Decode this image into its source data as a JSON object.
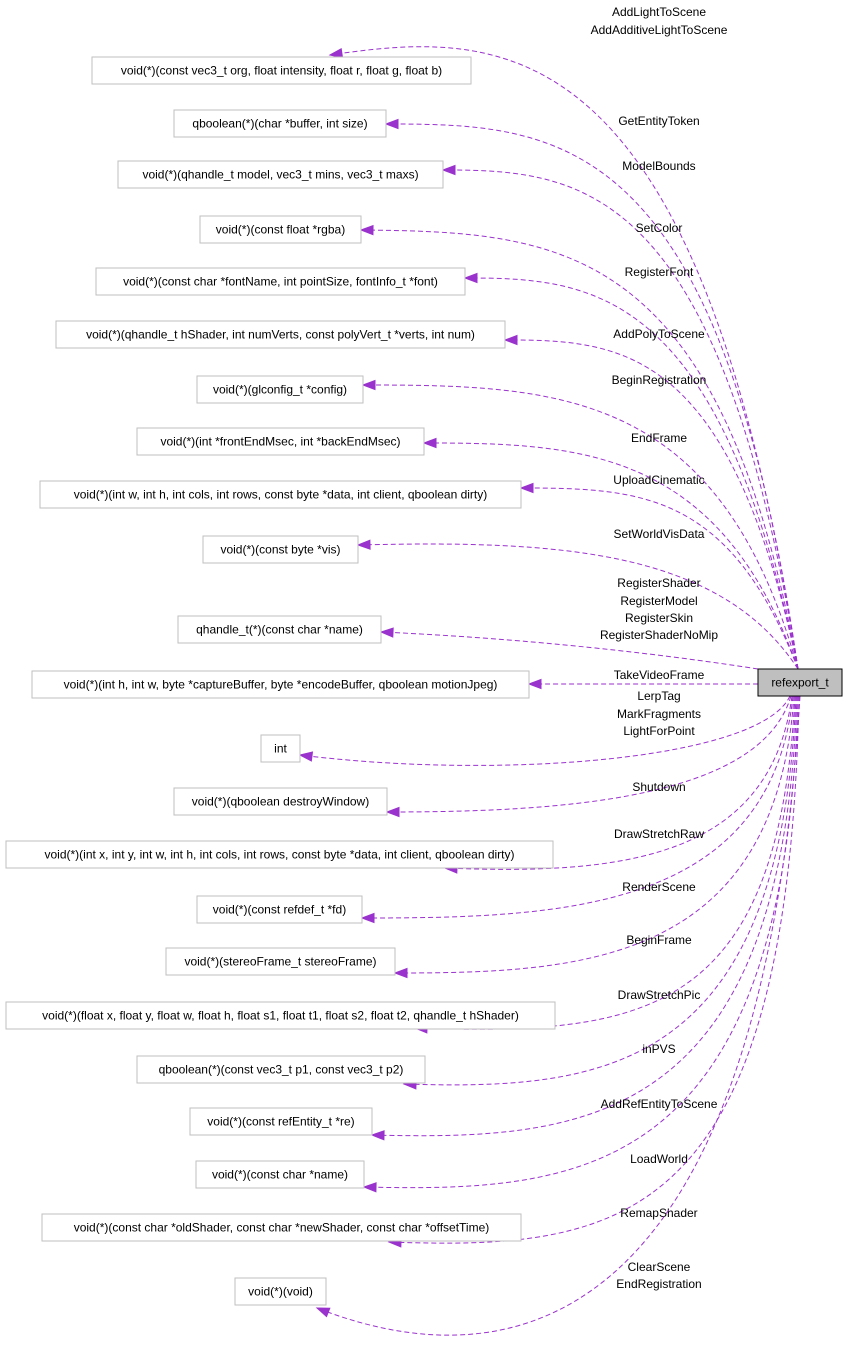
{
  "central": {
    "name": "refexport_t"
  },
  "colors": {
    "edge": "#9a32cd",
    "node_border": "#bfbfbf",
    "central_fill": "#bfbfbf"
  },
  "nodes": [
    {
      "type": "void(*)(const vec3_t org, float intensity, float r, float g, float b)",
      "fields": [
        "AddLightToScene",
        "AddAdditiveLightToScene"
      ]
    },
    {
      "type": "qboolean(*)(char *buffer, int size)",
      "fields": [
        "GetEntityToken"
      ]
    },
    {
      "type": "void(*)(qhandle_t model, vec3_t mins, vec3_t maxs)",
      "fields": [
        "ModelBounds"
      ]
    },
    {
      "type": "void(*)(const float *rgba)",
      "fields": [
        "SetColor"
      ]
    },
    {
      "type": "void(*)(const char *fontName, int pointSize, fontInfo_t *font)",
      "fields": [
        "RegisterFont"
      ]
    },
    {
      "type": "void(*)(qhandle_t hShader, int numVerts, const polyVert_t *verts, int num)",
      "fields": [
        "AddPolyToScene"
      ]
    },
    {
      "type": "void(*)(glconfig_t *config)",
      "fields": [
        "BeginRegistration"
      ]
    },
    {
      "type": "void(*)(int *frontEndMsec, int *backEndMsec)",
      "fields": [
        "EndFrame"
      ]
    },
    {
      "type": "void(*)(int w, int h, int cols, int rows, const byte *data, int client, qboolean dirty)",
      "fields": [
        "UploadCinematic"
      ]
    },
    {
      "type": "void(*)(const byte *vis)",
      "fields": [
        "SetWorldVisData"
      ]
    },
    {
      "type": "qhandle_t(*)(const char *name)",
      "fields": [
        "RegisterShader",
        "RegisterModel",
        "RegisterSkin",
        "RegisterShaderNoMip"
      ]
    },
    {
      "type": "void(*)(int h, int w, byte *captureBuffer, byte *encodeBuffer, qboolean motionJpeg)",
      "fields": [
        "TakeVideoFrame"
      ]
    },
    {
      "type": "int",
      "fields": [
        "LerpTag",
        "MarkFragments",
        "LightForPoint"
      ]
    },
    {
      "type": "void(*)(qboolean destroyWindow)",
      "fields": [
        "Shutdown"
      ]
    },
    {
      "type": "void(*)(int x, int y, int w, int h, int cols, int rows, const byte *data, int client, qboolean dirty)",
      "fields": [
        "DrawStretchRaw"
      ]
    },
    {
      "type": "void(*)(const refdef_t *fd)",
      "fields": [
        "RenderScene"
      ]
    },
    {
      "type": "void(*)(stereoFrame_t stereoFrame)",
      "fields": [
        "BeginFrame"
      ]
    },
    {
      "type": "void(*)(float x, float y, float w, float h, float s1, float t1, float s2, float t2, qhandle_t hShader)",
      "fields": [
        "DrawStretchPic"
      ]
    },
    {
      "type": "qboolean(*)(const vec3_t p1, const vec3_t p2)",
      "fields": [
        "inPVS"
      ]
    },
    {
      "type": "void(*)(const refEntity_t *re)",
      "fields": [
        "AddRefEntityToScene"
      ]
    },
    {
      "type": "void(*)(const char *name)",
      "fields": [
        "LoadWorld"
      ]
    },
    {
      "type": "void(*)(const char *oldShader, const char *newShader, const char *offsetTime)",
      "fields": [
        "RemapShader"
      ]
    },
    {
      "type": "void(*)(void)",
      "fields": [
        "ClearScene",
        "EndRegistration"
      ]
    }
  ]
}
